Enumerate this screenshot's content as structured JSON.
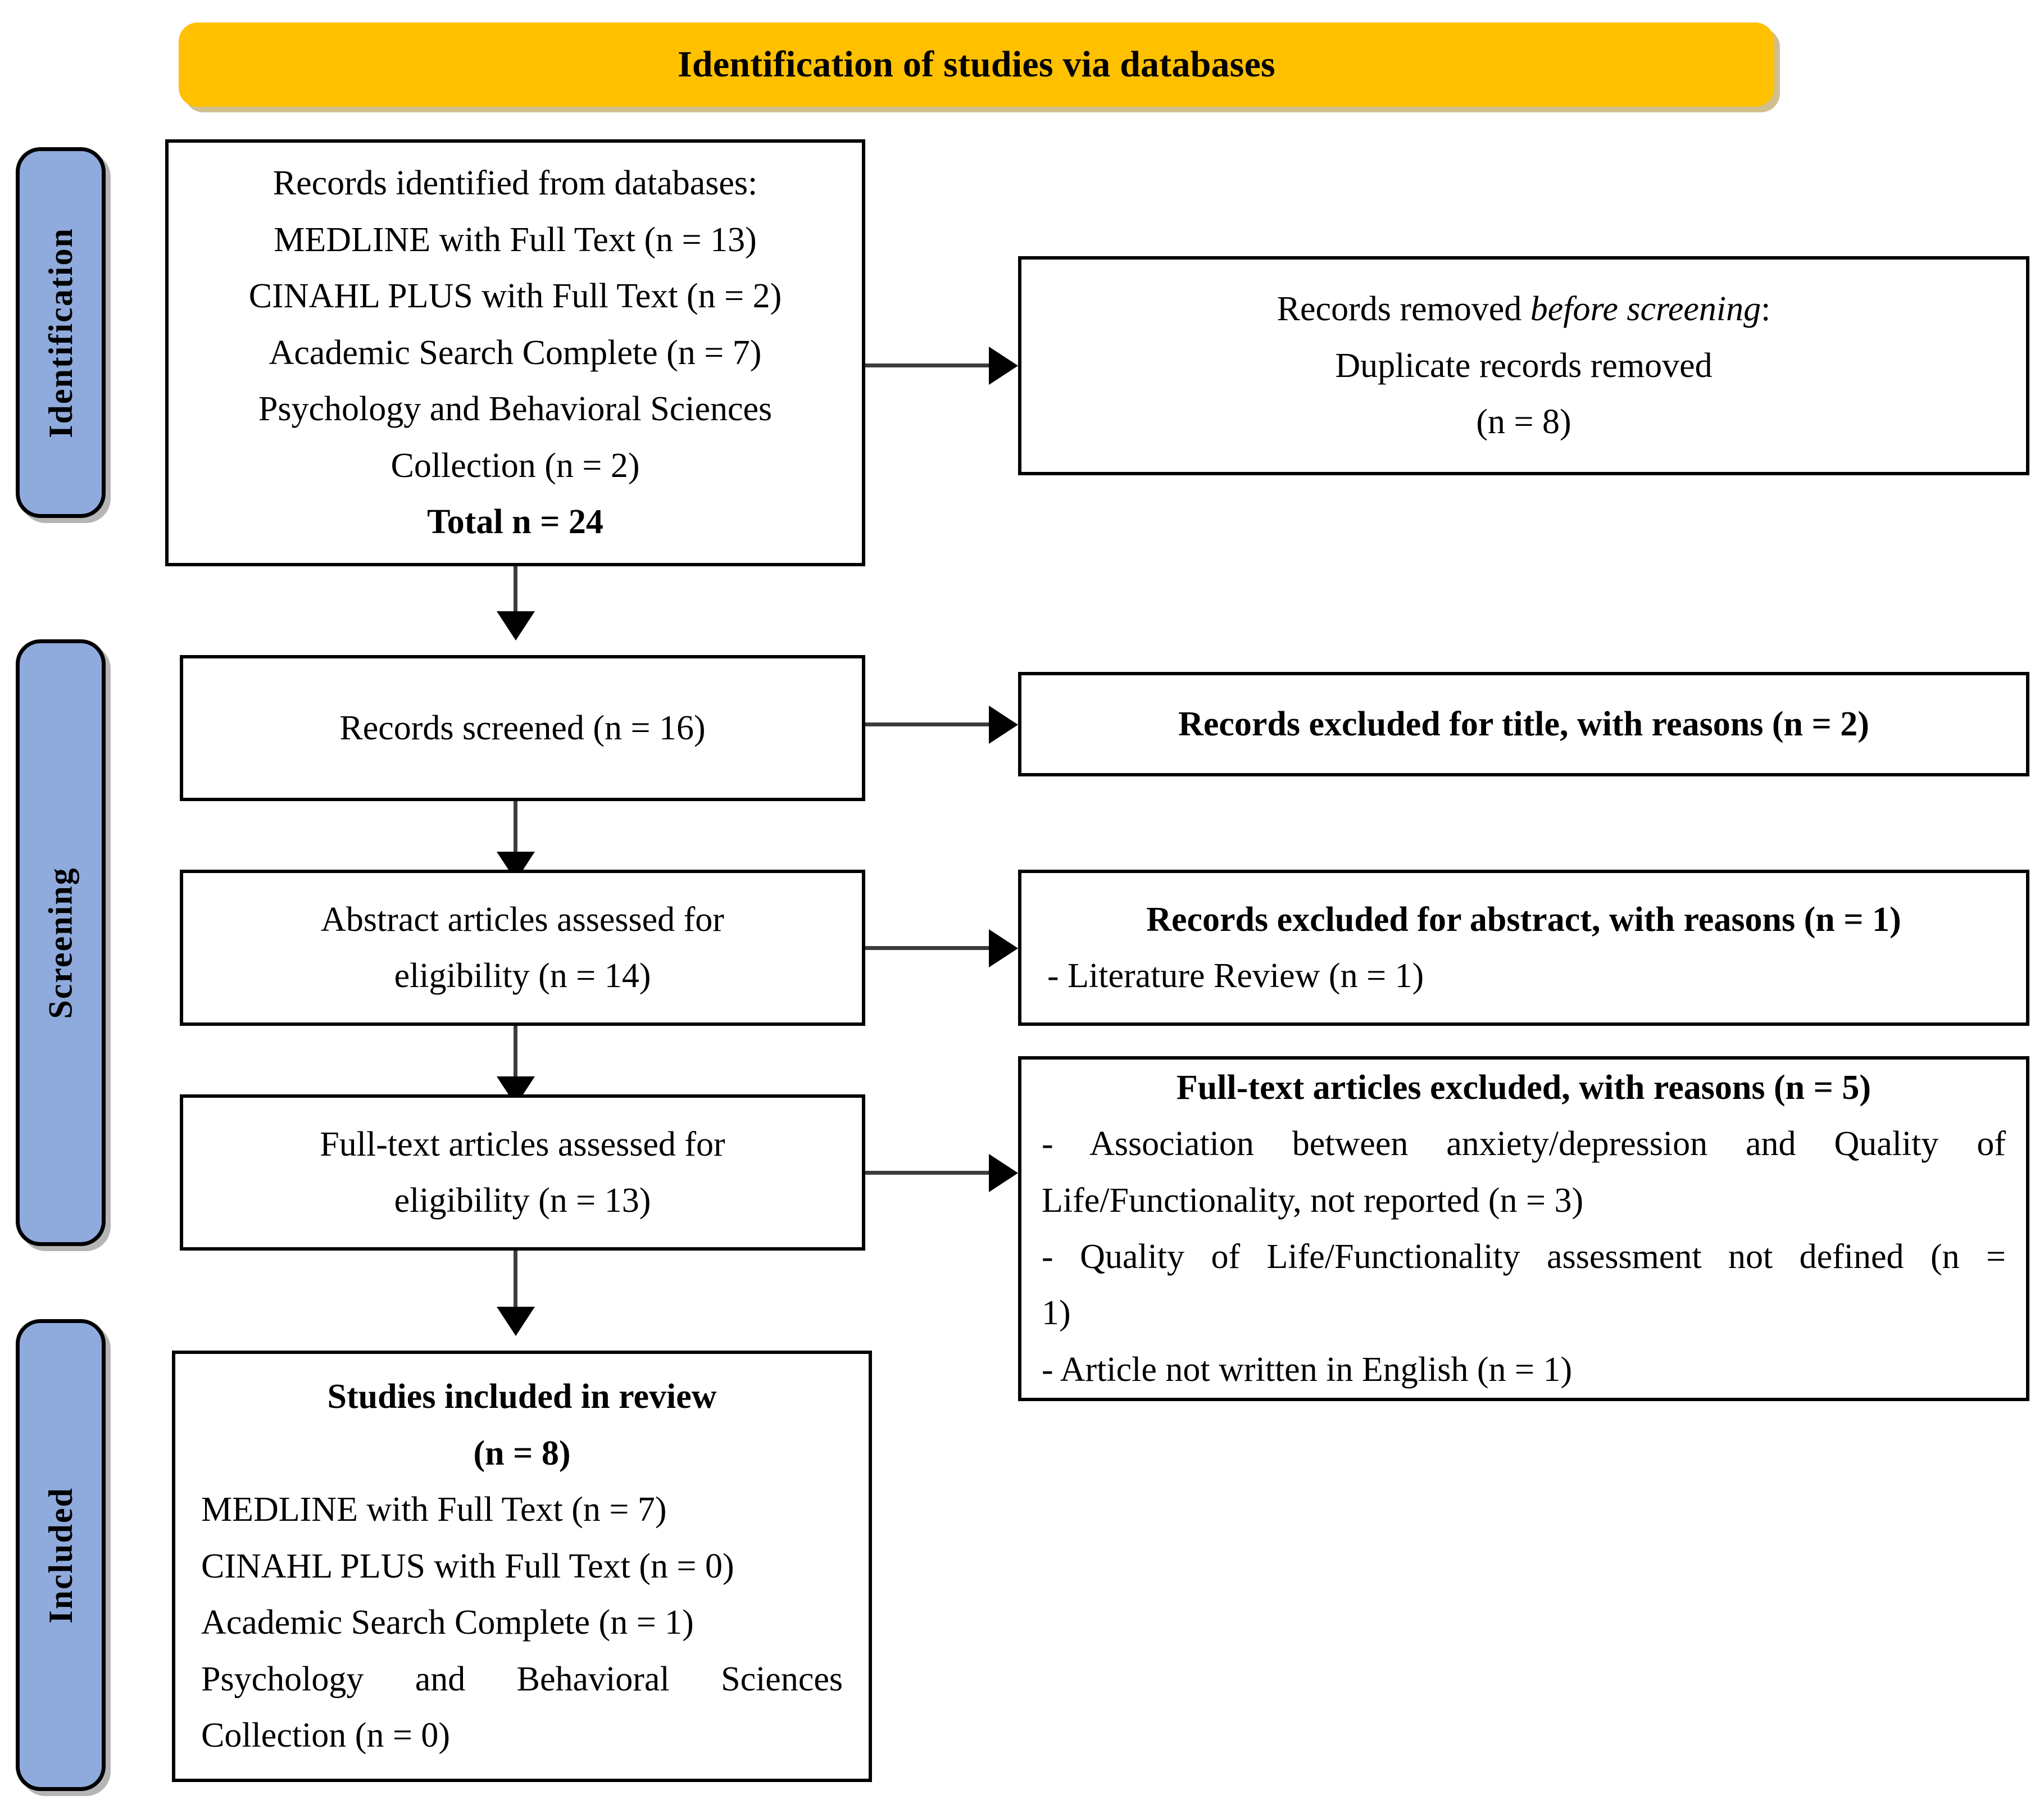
{
  "banner": {
    "title": "Identification of studies via databases",
    "fill": "#FFC000"
  },
  "stages": {
    "fill": "#8FAADC",
    "identification": "Identification",
    "screening": "Screening",
    "included": "Included"
  },
  "boxes": {
    "identified": {
      "lines": [
        "Records identified from databases:",
        "MEDLINE with Full Text (n = 13)",
        "CINAHL PLUS with Full Text (n = 2)",
        "Academic Search Complete (n = 7)",
        "Psychology and Behavioral Sciences",
        "Collection (n = 2)",
        "Total n = 24"
      ]
    },
    "removed_before_screening": {
      "line1_pre": "Records removed ",
      "line1_em": "before screening",
      "line1_post": ":",
      "line2": "Duplicate records removed",
      "line3": "(n = 8)"
    },
    "records_screened": {
      "line1": "Records screened (n = 16)"
    },
    "excluded_title": {
      "line1": "Records excluded for title, with reasons (n = 2)"
    },
    "abstract_assessed": {
      "line1": "Abstract articles assessed for",
      "line2": "eligibility (n = 14)"
    },
    "excluded_abstract": {
      "line1": "Records excluded for abstract, with reasons (n = 1)",
      "line2": "- Literature Review (n = 1)"
    },
    "fulltext_assessed": {
      "line1": "Full-text articles assessed for",
      "line2": "eligibility (n = 13)"
    },
    "excluded_fulltext": {
      "heading": "Full-text articles excluded, with reasons (n = 5)",
      "reason1a": "- Association between anxiety/depression and Quality of",
      "reason1b": "Life/Functionality, not reported (n = 3)",
      "reason2a": "- Quality of Life/Functionality assessment not defined (n =",
      "reason2b": "1)",
      "reason3": "- Article not written in English (n = 1)"
    },
    "included_studies": {
      "line1": "Studies included in review",
      "line2": "(n = 8)",
      "line3": "MEDLINE with Full Text (n = 7)",
      "line4": "CINAHL PLUS with Full Text (n = 0)",
      "line5": "Academic Search Complete (n = 1)",
      "line6": "Psychology and Behavioral Sciences",
      "line7": "Collection (n = 0)"
    }
  },
  "chart_data": {
    "type": "table",
    "title": "PRISMA flow diagram — Identification of studies via databases",
    "stages": [
      "Identification",
      "Screening",
      "Included"
    ],
    "counts": {
      "MEDLINE with Full Text": 13,
      "CINAHL PLUS with Full Text": 2,
      "Academic Search Complete": 7,
      "Psychology and Behavioral Sciences Collection": 2,
      "Total identified": 24,
      "Duplicate records removed": 8,
      "Records screened": 16,
      "Records excluded for title": 2,
      "Abstract articles assessed for eligibility": 14,
      "Records excluded for abstract": 1,
      "Literature Review excluded": 1,
      "Full-text articles assessed for eligibility": 13,
      "Full-text articles excluded": 5,
      "Association/QoL not reported": 3,
      "QoL assessment not defined": 1,
      "Article not written in English": 1,
      "Studies included in review": 8,
      "Included MEDLINE with Full Text": 7,
      "Included CINAHL PLUS with Full Text": 0,
      "Included Academic Search Complete": 1,
      "Included Psychology and Behavioral Sciences Collection": 0
    }
  }
}
